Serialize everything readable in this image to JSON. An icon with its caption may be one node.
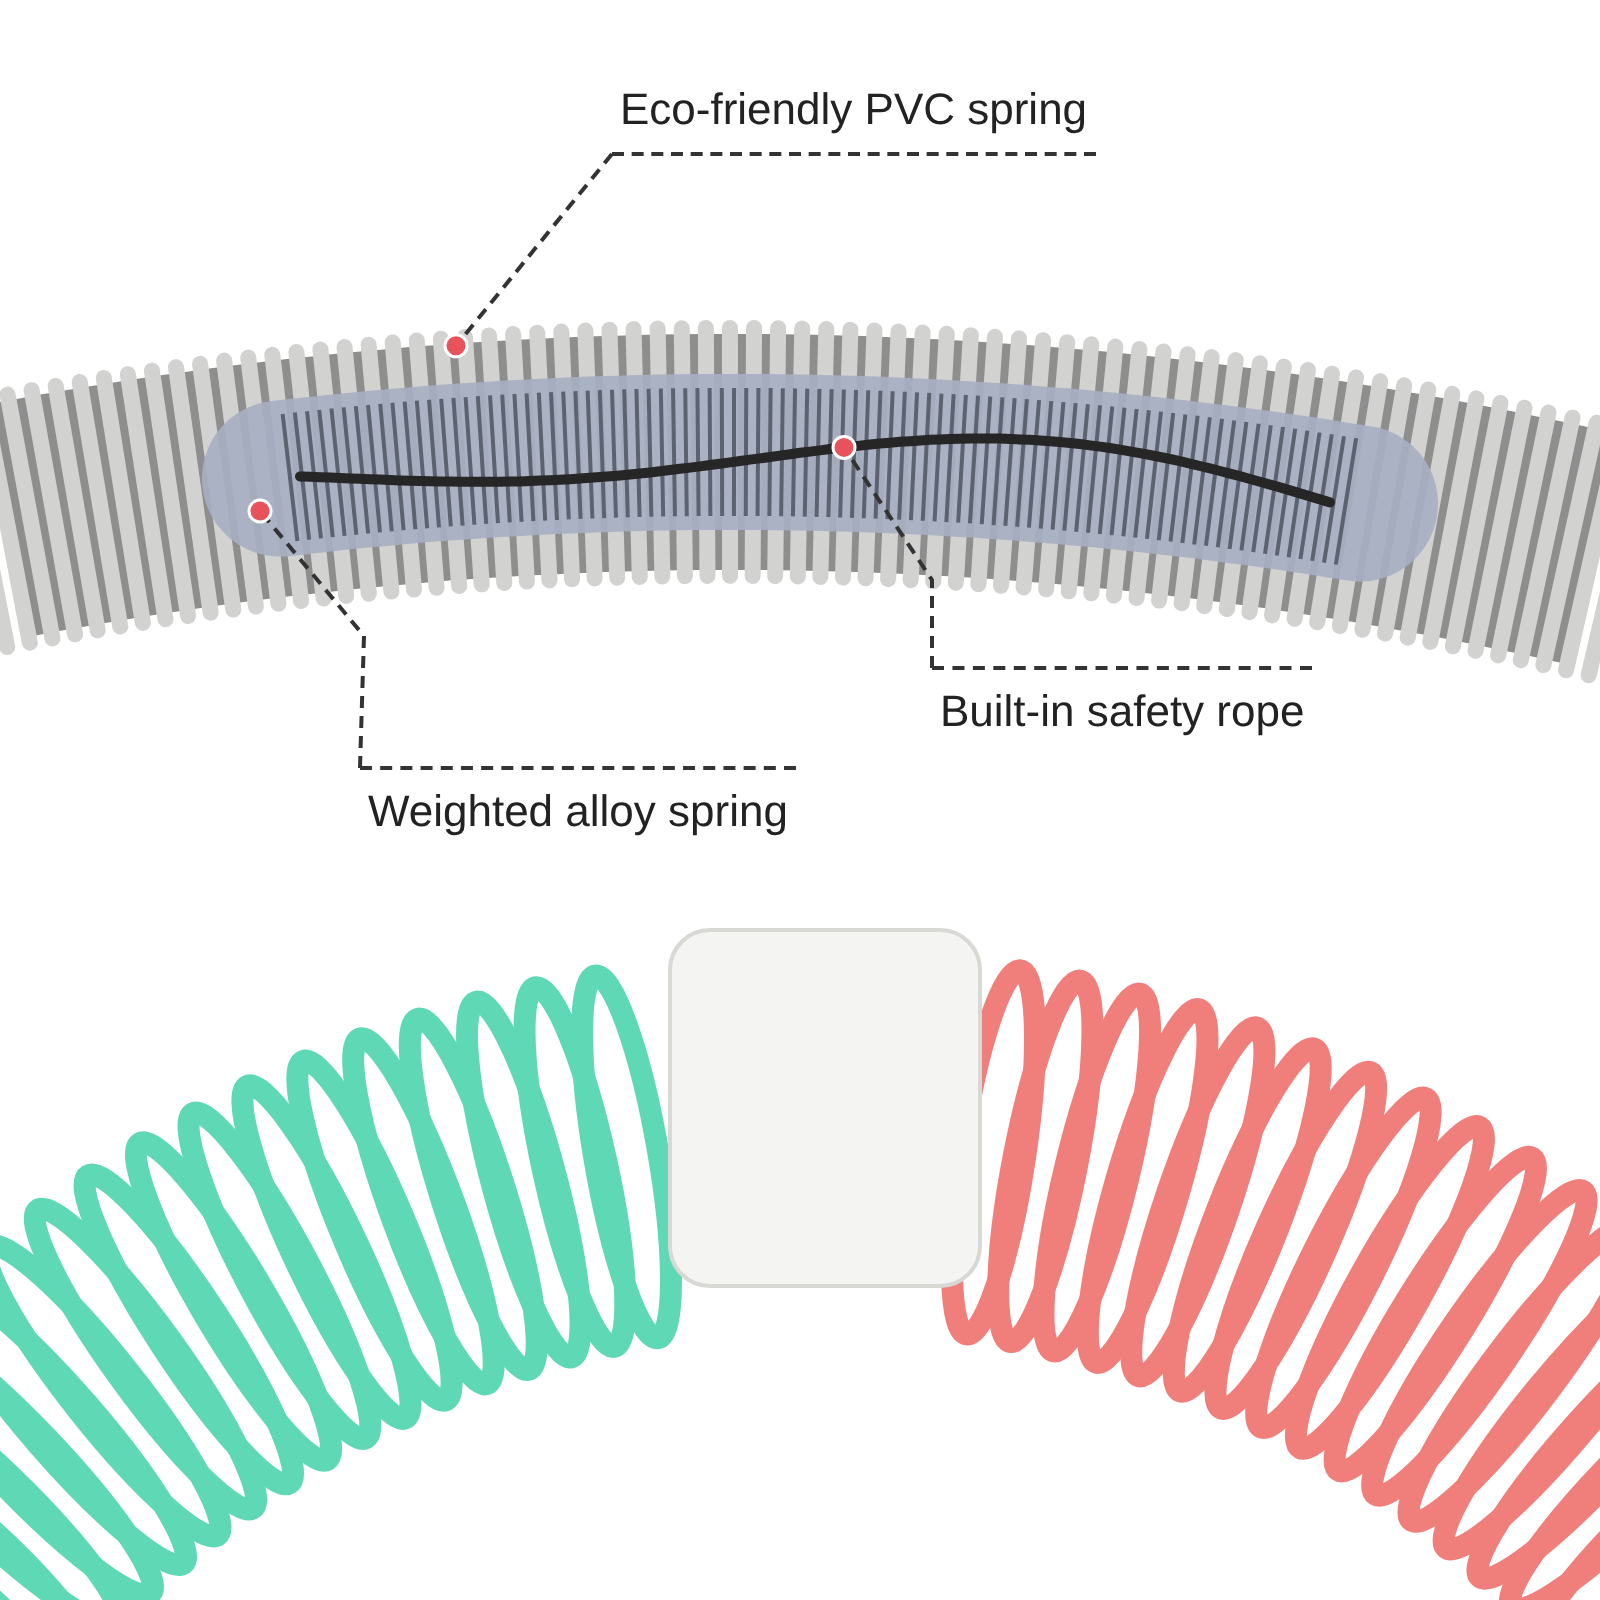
{
  "diagram": {
    "nodes": [
      {
        "text": [
          "Eco-friendly PVC spring"
        ]
      },
      {
        "text": [
          "Built-in safety rope"
        ]
      },
      {
        "text": [
          "Weighted alloy spring"
        ]
      },
      {
        "text": [],
        "shape": "picture"
      },
      {
        "text": [],
        "shape": "picture",
        "in": 5
      },
      {
        "text": [],
        "shape": "picture",
        "in": 3
      }
    ],
    "edges": [
      {
        "from": 0,
        "to": 3,
        "arrow": "other"
      },
      {
        "from": 1,
        "to": 4,
        "arrow": "other"
      },
      {
        "from": 2,
        "to": 5,
        "arrow": "other"
      }
    ]
  }
}
